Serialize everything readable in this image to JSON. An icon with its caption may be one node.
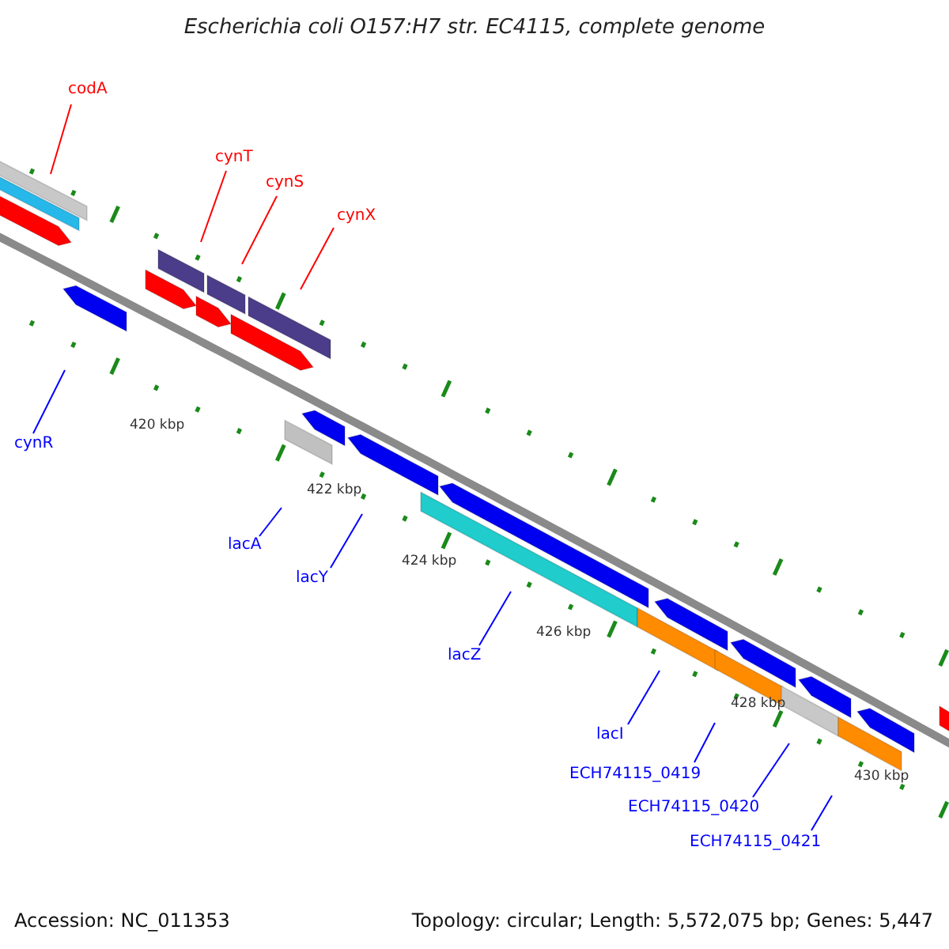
{
  "diagram": {
    "title": "Escherichia coli O157:H7 str. EC4115, complete genome",
    "nodes": [
      {
        "text": [
          "codA"
        ]
      },
      {
        "text": [
          "cynT"
        ]
      },
      {
        "text": [
          "cynS"
        ]
      },
      {
        "text": [
          "cynX"
        ]
      },
      {
        "text": [
          "cynR"
        ]
      },
      {
        "text": [
          "lacA"
        ]
      },
      {
        "text": [
          "lacY"
        ]
      },
      {
        "text": [
          "lacZ"
        ]
      },
      {
        "text": [
          "lacI"
        ]
      },
      {
        "text": [
          "ECH74115_0419"
        ]
      },
      {
        "text": [
          "ECH74115_0420"
        ]
      },
      {
        "text": [
          "ECH74115_0421"
        ]
      }
    ],
    "edges": [
      {
        "from": 0,
        "to": null,
        "arrow": "none",
        "color": "#ff0000"
      },
      {
        "from": 1,
        "to": null,
        "arrow": "none",
        "color": "#ff0000"
      },
      {
        "from": 2,
        "to": null,
        "arrow": "none",
        "color": "#ff0000"
      },
      {
        "from": 3,
        "to": null,
        "arrow": "none",
        "color": "#ff0000"
      },
      {
        "from": 4,
        "to": null,
        "arrow": "none"
      },
      {
        "from": 5,
        "to": null,
        "arrow": "none"
      },
      {
        "from": 6,
        "to": null,
        "arrow": "none"
      },
      {
        "from": 7,
        "to": null,
        "arrow": "none"
      },
      {
        "from": 8,
        "to": null,
        "arrow": "none"
      },
      {
        "from": 9,
        "to": null,
        "arrow": "none"
      },
      {
        "from": 10,
        "to": null,
        "arrow": "none"
      },
      {
        "from": 11,
        "to": null,
        "arrow": "none"
      }
    ],
    "labels": [
      "420 kbp",
      "422 kbp",
      "424 kbp",
      "426 kbp",
      "428 kbp",
      "430 kbp",
      "Accession: NC_011353",
      "Topology: circular; Length: 5,572,075 bp; Genes: 5,447"
    ]
  }
}
